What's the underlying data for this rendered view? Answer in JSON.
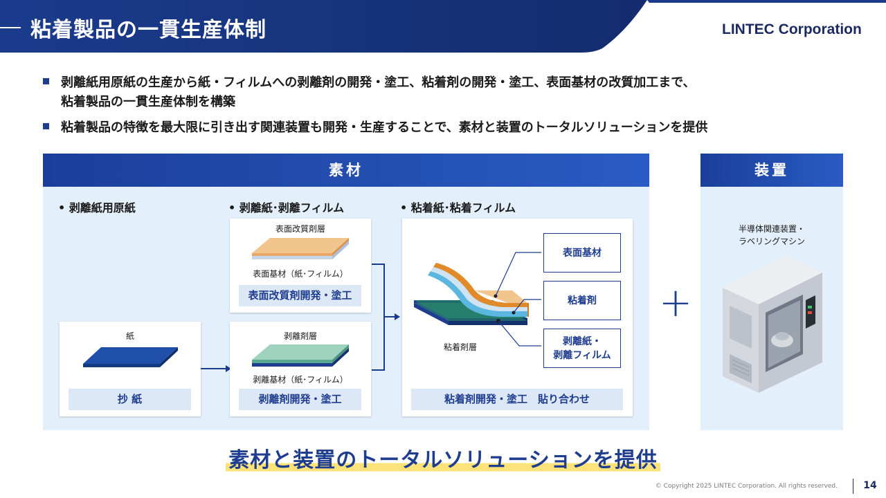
{
  "header": {
    "title": "粘着製品の一貫生産体制",
    "company": "LINTEC Corporation"
  },
  "bullets": [
    "剥離紙用原紙の生産から紙・フィルムへの剥離剤の開発・塗工、粘着剤の開発・塗工、表面基材の改質加工まで、",
    "粘着製品の一貫生産体制を構築",
    "粘着製品の特徴を最大限に引き出す関連装置も開発・生産することで、素材と装置のトータルソリューションを提供"
  ],
  "materials": {
    "title": "素材",
    "col1": {
      "heading": "• 剥離紙用原紙",
      "paper_label": "紙",
      "process": "抄 紙"
    },
    "col2": {
      "heading": "• 剥離紙･剥離フィルム",
      "top_label": "表面改質剤層",
      "top_sub": "表面基材（紙･フィルム）",
      "top_process": "表面改質剤開発・塗工",
      "bottom_label": "剥離剤層",
      "bottom_sub": "剥離基材（紙･フィルム）",
      "bottom_process": "剥離剤開発・塗工"
    },
    "col3": {
      "heading": "• 粘着紙･粘着フィルム",
      "layer_label": "粘着剤層",
      "labels": [
        "表面基材",
        "粘着剤",
        "剥離紙・",
        "剥離フィルム"
      ],
      "process": "粘着剤開発・塗工　貼り合わせ"
    }
  },
  "plus": "+",
  "equipment": {
    "title": "装置",
    "line1": "半導体関連装置・",
    "line2": "ラベリングマシン"
  },
  "tagline": "素材と装置のトータルソリューションを提供",
  "footer": {
    "copyright": "© Copyright 2025 LINTEC Corporation. All rights reserved.",
    "page": "14"
  },
  "colors": {
    "navy": "#1f3d8f",
    "panel": "#e3effb",
    "highlight": "#fbe37a"
  }
}
